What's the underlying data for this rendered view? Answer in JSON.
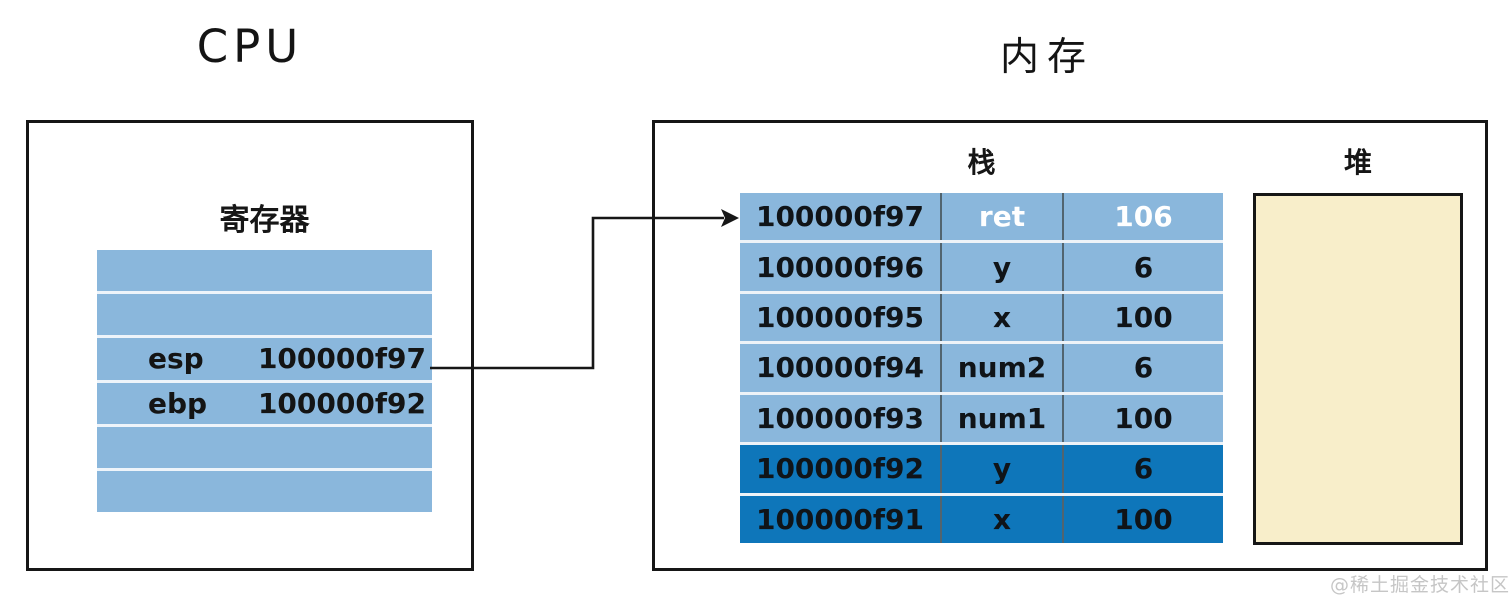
{
  "titles": {
    "cpu": "CPU",
    "memory": "内存"
  },
  "cpu_panel": {
    "register_label": "寄存器",
    "registers": [
      {
        "name": "",
        "value": ""
      },
      {
        "name": "",
        "value": ""
      },
      {
        "name": "esp",
        "value": "100000f97"
      },
      {
        "name": "ebp",
        "value": "100000f92"
      },
      {
        "name": "",
        "value": ""
      },
      {
        "name": "",
        "value": ""
      }
    ]
  },
  "memory_panel": {
    "stack_label": "栈",
    "heap_label": "堆",
    "stack_rows": [
      {
        "address": "100000f97",
        "variable": "ret",
        "value": "106",
        "highlight": "current-frame-top",
        "shade": "light"
      },
      {
        "address": "100000f96",
        "variable": "y",
        "value": "6",
        "shade": "light"
      },
      {
        "address": "100000f95",
        "variable": "x",
        "value": "100",
        "shade": "light"
      },
      {
        "address": "100000f94",
        "variable": "num2",
        "value": "6",
        "shade": "light"
      },
      {
        "address": "100000f93",
        "variable": "num1",
        "value": "100",
        "shade": "light"
      },
      {
        "address": "100000f92",
        "variable": "y",
        "value": "6",
        "shade": "dark"
      },
      {
        "address": "100000f91",
        "variable": "x",
        "value": "100",
        "shade": "dark"
      }
    ]
  },
  "pointer": {
    "from_register": "esp",
    "to_address": "100000f97"
  },
  "colors": {
    "row_light_blue": "#8ab7dc",
    "row_dark_blue": "#0e76ba",
    "heap_fill": "#f8eeca",
    "highlight_text": "#ffffff",
    "line_black": "#161616"
  },
  "watermark": "@稀土掘金技术社区"
}
